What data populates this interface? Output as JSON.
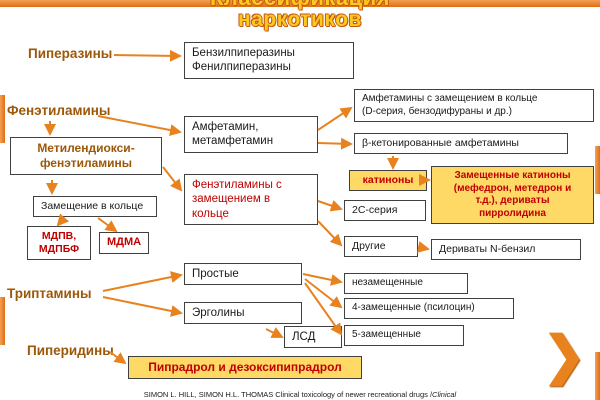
{
  "slide": {
    "title_line1": "Классификация",
    "title_line2": "наркотиков",
    "footer_main": "SIMON L. HILL, SIMON H.L. THOMAS Clinical toxicology of newer recreational drugs /",
    "footer_italic": "Clinical",
    "next_chevron": "❯"
  },
  "labels": {
    "piperazines": "Пиперазины",
    "phenethylamines": "Фенэтиламины",
    "tryptamines": "Триптамины",
    "piperidines": "Пиперидины"
  },
  "nodes": {
    "benzylpiperazines": "Бензилпиперазины\nФенилпиперазины",
    "methylenedioxyphenethylamines": "Метилендиокси-\nфенэтиламины",
    "amphetamine": "Амфетамин,\nметамфетамин",
    "ring_substituted_amphetamines": "Амфетамины с замещением в кольце\n(D-серия, бензодифураны и др.)",
    "beta_keto_amphetamines": "β-кетонированные амфетамины",
    "cathinones": "катиноны",
    "substituted_cathinones": "Замещенные катиноны\n(мефедрон, метедрон и\nт.д.), дериваты\nпирролидина",
    "ring_substituted_phenethylamines": "Фенэтиламины с\nзамещением в\nкольце",
    "ring_substitution": "Замещение в кольце",
    "mdpv_mdpbp": "МДПВ,\nМДПБФ",
    "mdma": "МДМА",
    "c2_series": "2C-серия",
    "others": "Другие",
    "n_benzyl_derivatives": "Дериваты N-бензил",
    "simple": "Простые",
    "unsubstituted": "незамещенные",
    "substituted_4": "4-замещенные (псилоцин)",
    "ergolines": "Эрголины",
    "substituted_5": "5-замещенные",
    "lsd": "ЛСД",
    "pipradrol": "Пипрадрол и дезоксипипрадрол"
  },
  "colors": {
    "accent_orange": "#E8821E",
    "label_brown": "#9C5708",
    "highlight_yellow": "#FFD966",
    "alert_red": "#C00000",
    "title_yellow": "#FFC81E"
  },
  "arrows": [
    [
      114,
      55,
      180,
      56
    ],
    [
      50,
      121,
      50,
      134
    ],
    [
      98,
      116,
      180,
      132
    ],
    [
      163,
      167,
      181,
      190
    ],
    [
      52,
      180,
      52,
      193
    ],
    [
      64,
      218,
      58,
      225
    ],
    [
      98,
      218,
      116,
      231
    ],
    [
      318,
      130,
      351,
      108
    ],
    [
      318,
      143,
      351,
      144
    ],
    [
      393,
      156,
      393,
      168
    ],
    [
      422,
      180,
      429,
      180
    ],
    [
      318,
      201,
      341,
      209
    ],
    [
      318,
      221,
      341,
      245
    ],
    [
      418,
      247,
      428,
      249
    ],
    [
      103,
      291,
      181,
      275
    ],
    [
      103,
      297,
      181,
      313
    ],
    [
      303,
      274,
      341,
      282
    ],
    [
      305,
      279,
      341,
      307
    ],
    [
      305,
      283,
      341,
      334
    ],
    [
      266,
      329,
      282,
      337
    ],
    [
      110,
      352,
      125,
      363
    ]
  ]
}
